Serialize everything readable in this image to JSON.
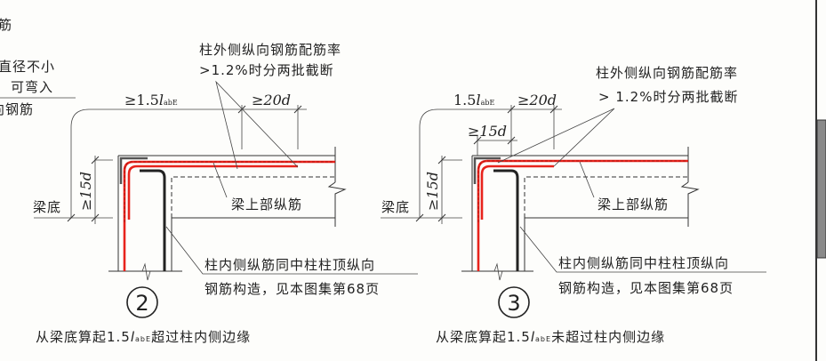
{
  "left_fragment": {
    "line1": "筋",
    "line2": "直径不小",
    "line3": "可弯入",
    "line4": "向钢筋"
  },
  "diagram2": {
    "number": "2",
    "dim_top_prefix": "≥1.5",
    "dim_l": "l",
    "dim_sub": "abE",
    "dim_20d": "≥20d",
    "dim_15d": "≥15d",
    "beam_bottom": "梁底",
    "outer_note_line1": "柱外侧纵向钢筋配筋率",
    "outer_note_line2": ">1.2%时分两批截断",
    "beam_top_bar": "梁上部纵筋",
    "inner_note_line1": "柱内侧纵筋同中柱柱顶纵向",
    "inner_note_line2": "钢筋构造，见本图集第68页",
    "caption_prefix": "从梁底算起1.5",
    "caption_l": "l",
    "caption_sub": "abE",
    "caption_suffix": "超过柱内侧边缘"
  },
  "diagram3": {
    "number": "3",
    "dim_top_prefix": "1.5",
    "dim_l": "l",
    "dim_sub": "abE",
    "dim_20d": "≥20d",
    "dim_15d_top": "≥15d",
    "dim_15d": "≥15d",
    "beam_bottom": "梁底",
    "outer_note_line1": "柱外侧纵向钢筋配筋率",
    "outer_note_line2": "> 1.2%时分两批截断",
    "beam_top_bar": "梁上部纵筋",
    "inner_note_line1": "柱内侧纵筋同中柱柱顶纵向",
    "inner_note_line2": "钢筋构造，见本图集第68页",
    "caption_prefix": "从梁底算起1.5",
    "caption_l": "l",
    "caption_sub": "abE",
    "caption_suffix": "未超过柱内侧边缘"
  },
  "colors": {
    "rebar_red": "#e8231c",
    "page_edge_gray": "#8a8a8a"
  }
}
